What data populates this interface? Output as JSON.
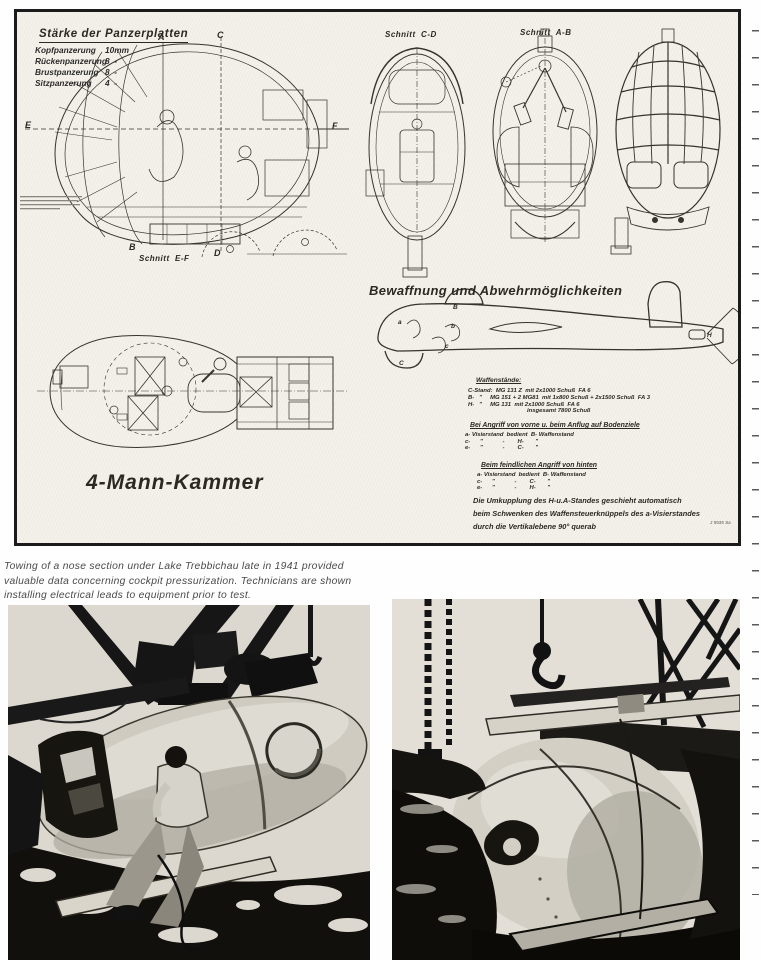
{
  "plate": {
    "armor": {
      "title": "Stärke der Panzerplatten",
      "rows": [
        {
          "label": "Kopfpanzerung",
          "value": "10mm"
        },
        {
          "label": "Rückenpanzerung",
          "value": "8  -"
        },
        {
          "label": "Brustpanzerung",
          "value": "8  -"
        },
        {
          "label": "Sitzpanzerung",
          "value": "4  -"
        }
      ]
    },
    "sections": {
      "cd": "Schnitt  C-D",
      "ab": "Schnitt  A-B",
      "ef": "Schnitt  E-F"
    },
    "letters": {
      "A": "A",
      "B": "B",
      "C": "C",
      "D": "D",
      "E": "E",
      "F": "F"
    },
    "chamber_label": "4-Mann-Kammer",
    "armament": {
      "title": "Bewaffnung und Abwehrmöglichkeiten",
      "positions": {
        "a": "a",
        "b": "b",
        "c": "c",
        "B": "B",
        "C": "C",
        "H": "H"
      }
    },
    "weapons": {
      "heading": "Waffenstände:",
      "lines": [
        "C-Stand:  MG 131 Z  mit 2x1000 Schuß  FA 6",
        "B-   \"     MG 151 + 2 MG81  mit 1x800 Schuß + 2x1500 Schuß  FA 3",
        "H-   \"     MG 131  mit 2x1000 Schuß  FA 6",
        "insgesamt 7800 Schuß"
      ]
    },
    "attack_front": {
      "heading": "Bei Angriff von vorne u. beim Anflug auf Bodenziele",
      "lines": [
        "a- Visierstand  bedient  B- Waffenstand",
        "c-      \"            -        H-       \"",
        "e-      \"            -        C-       \""
      ]
    },
    "attack_rear": {
      "heading": "Beim feindlichen Angriff von hinten",
      "lines": [
        "a- Visierstand  bedient  B- Waffenstand",
        "c-      \"            -        C-       \"",
        "e-      \"            -        H-       \""
      ]
    },
    "footnote_lines": [
      "Die Umkupplung des H-u.A-Standes geschieht automatisch",
      "beim Schwenken des Waffensteuerknüppels des a-Visierstandes",
      "durch die Vertikalebene 90° querab"
    ],
    "plate_number": "J 5935 Sa"
  },
  "caption": {
    "lines": [
      "Towing of a nose section under Lake Trebbichau late in 1941 provided",
      "valuable data concerning cockpit pressurization. Technicians are shown",
      "installing electrical leads to equipment prior to test."
    ]
  },
  "photos": {
    "left_description": "Technician seated on a plank beside the nose section rigged under a lifting frame",
    "right_description": "Nose section partially submerged in the lake beneath a crane hook and lattice mast"
  },
  "colors": {
    "ink": "#35332b",
    "paper": "#f3f1ea",
    "caption_ink": "#4a4a4a"
  }
}
